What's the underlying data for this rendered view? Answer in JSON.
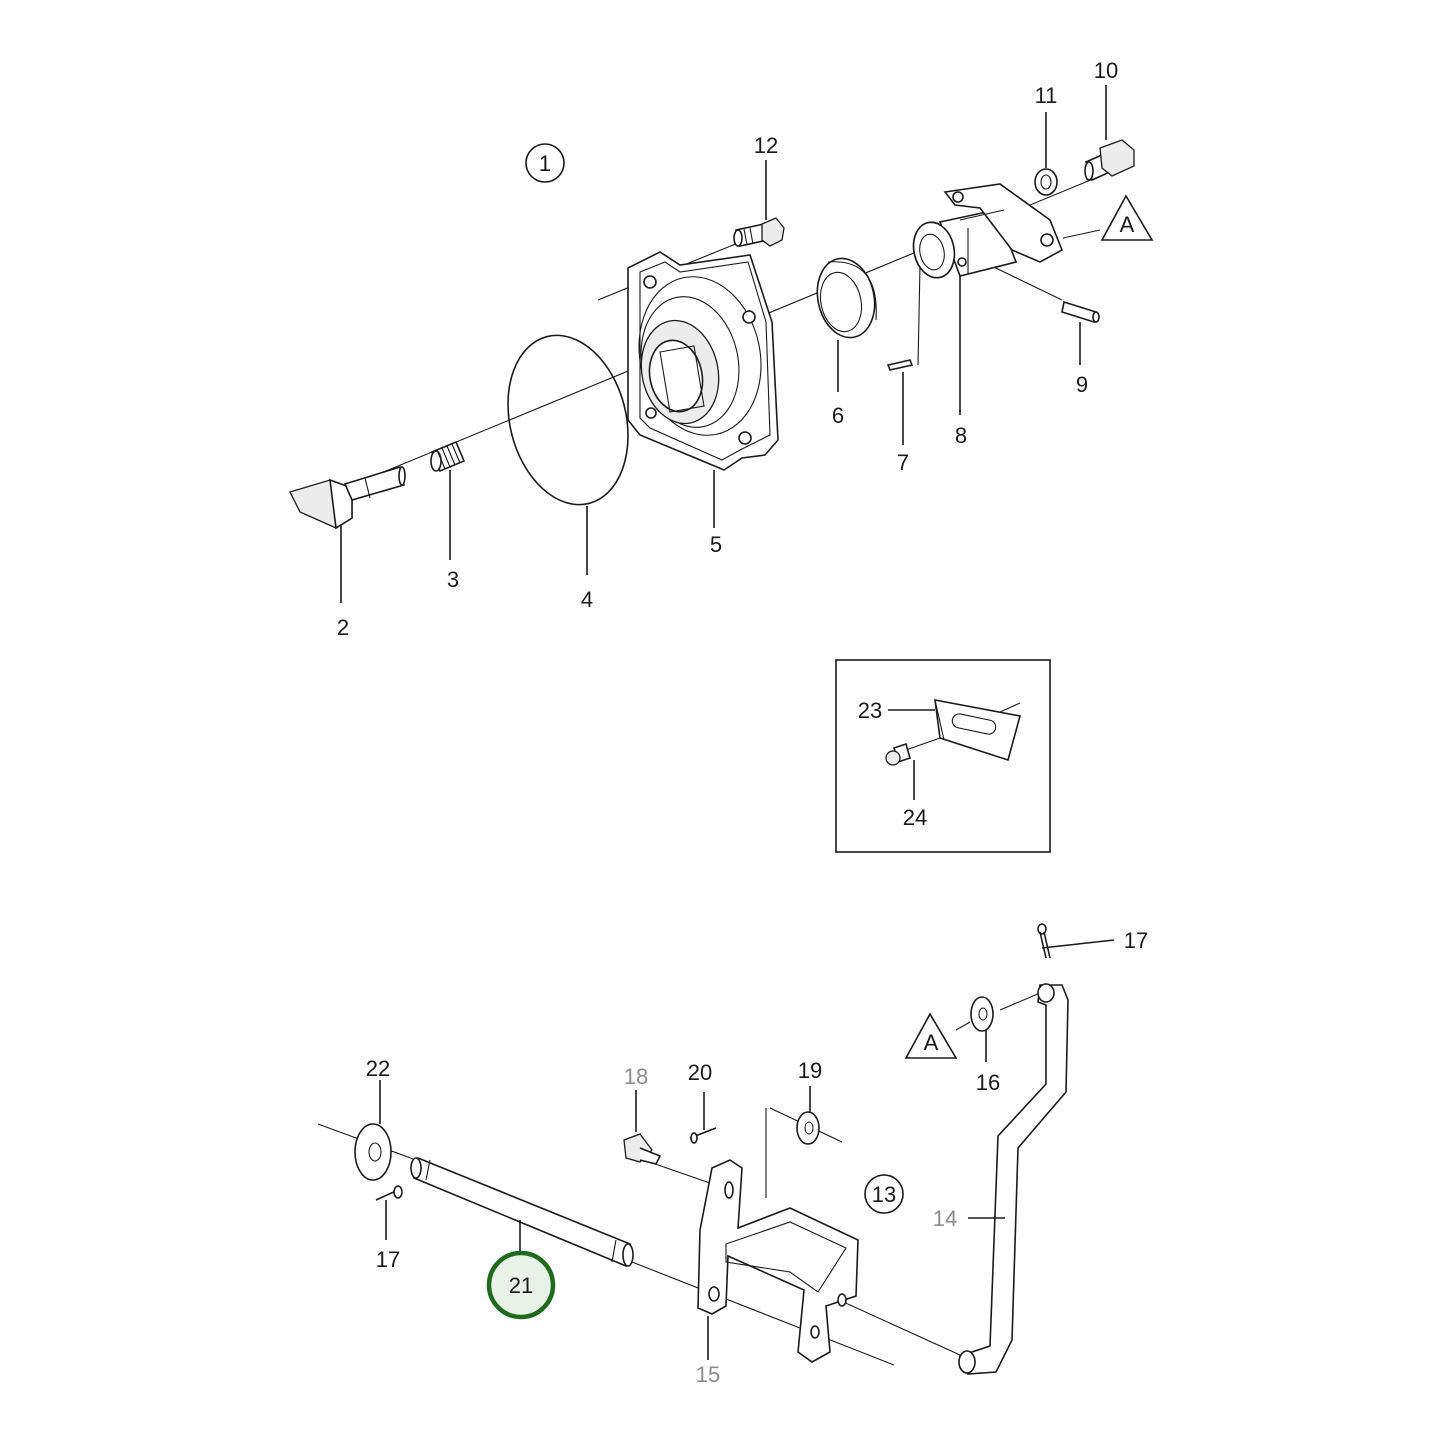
{
  "diagram": {
    "group_labels": [
      "1",
      "13"
    ],
    "reference_marker": "A",
    "highlighted": "21",
    "parts": [
      {
        "key": "p2",
        "label": "2"
      },
      {
        "key": "p3",
        "label": "3"
      },
      {
        "key": "p4",
        "label": "4"
      },
      {
        "key": "p5",
        "label": "5"
      },
      {
        "key": "p6",
        "label": "6"
      },
      {
        "key": "p7",
        "label": "7"
      },
      {
        "key": "p8",
        "label": "8"
      },
      {
        "key": "p9",
        "label": "9"
      },
      {
        "key": "p10",
        "label": "10"
      },
      {
        "key": "p11",
        "label": "11"
      },
      {
        "key": "p12",
        "label": "12"
      },
      {
        "key": "p14",
        "label": "14"
      },
      {
        "key": "p15",
        "label": "15"
      },
      {
        "key": "p16",
        "label": "16"
      },
      {
        "key": "p17a",
        "label": "17"
      },
      {
        "key": "p17b",
        "label": "17"
      },
      {
        "key": "p18",
        "label": "18"
      },
      {
        "key": "p19",
        "label": "19"
      },
      {
        "key": "p20",
        "label": "20"
      },
      {
        "key": "p21",
        "label": "21"
      },
      {
        "key": "p22",
        "label": "22"
      },
      {
        "key": "p23",
        "label": "23"
      },
      {
        "key": "p24",
        "label": "24"
      }
    ],
    "greyed_labels": [
      "14",
      "15",
      "18"
    ]
  }
}
